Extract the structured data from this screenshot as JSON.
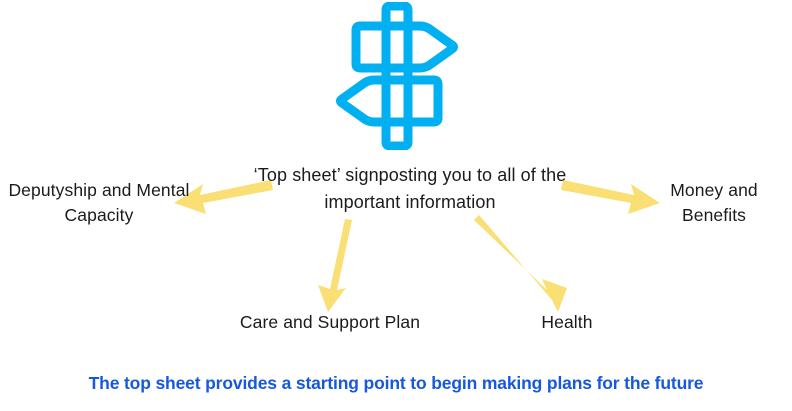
{
  "diagram": {
    "icon": {
      "name": "signpost-icon",
      "color": "#00B0F0",
      "description": "signpost with upper sign pointing right and lower sign pointing left"
    },
    "center": {
      "text": "‘Top sheet’ signposting you to all of the important information"
    },
    "branches": [
      {
        "id": "deputyship",
        "label": "Deputyship and Mental Capacity",
        "direction": "left"
      },
      {
        "id": "money",
        "label": "Money and Benefits",
        "direction": "right"
      },
      {
        "id": "care",
        "label": "Care and Support Plan",
        "direction": "down-left"
      },
      {
        "id": "health",
        "label": "Health",
        "direction": "down-right"
      }
    ],
    "strapline": {
      "text": "The top sheet provides a starting point to begin making plans for the future",
      "color": "#1659DD"
    },
    "colors": {
      "arrow": "#FADF74",
      "icon_blue": "#00B0F0",
      "strapline_blue": "#1659DD",
      "text": "#1B1B1B",
      "background": "#FFFFFF"
    }
  }
}
